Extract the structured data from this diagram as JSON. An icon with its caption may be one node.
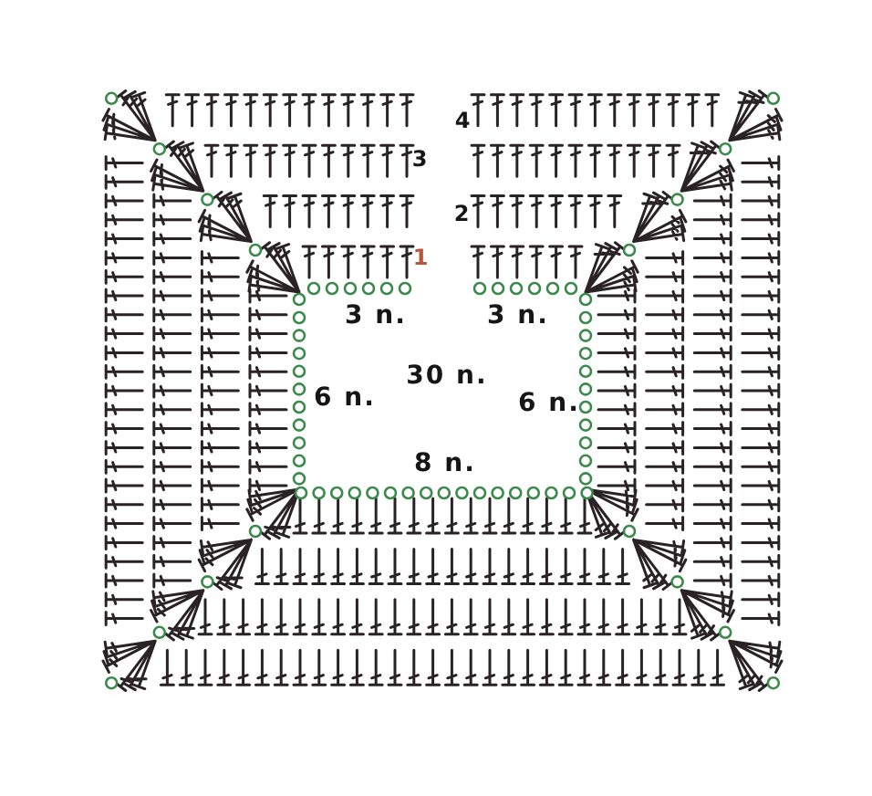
{
  "diagram": {
    "labels": [
      "4",
      "3",
      "2",
      "1",
      "3 n.",
      "3 n.",
      "30 n.",
      "6 n.",
      "6 n.",
      "8 n."
    ]
  }
}
